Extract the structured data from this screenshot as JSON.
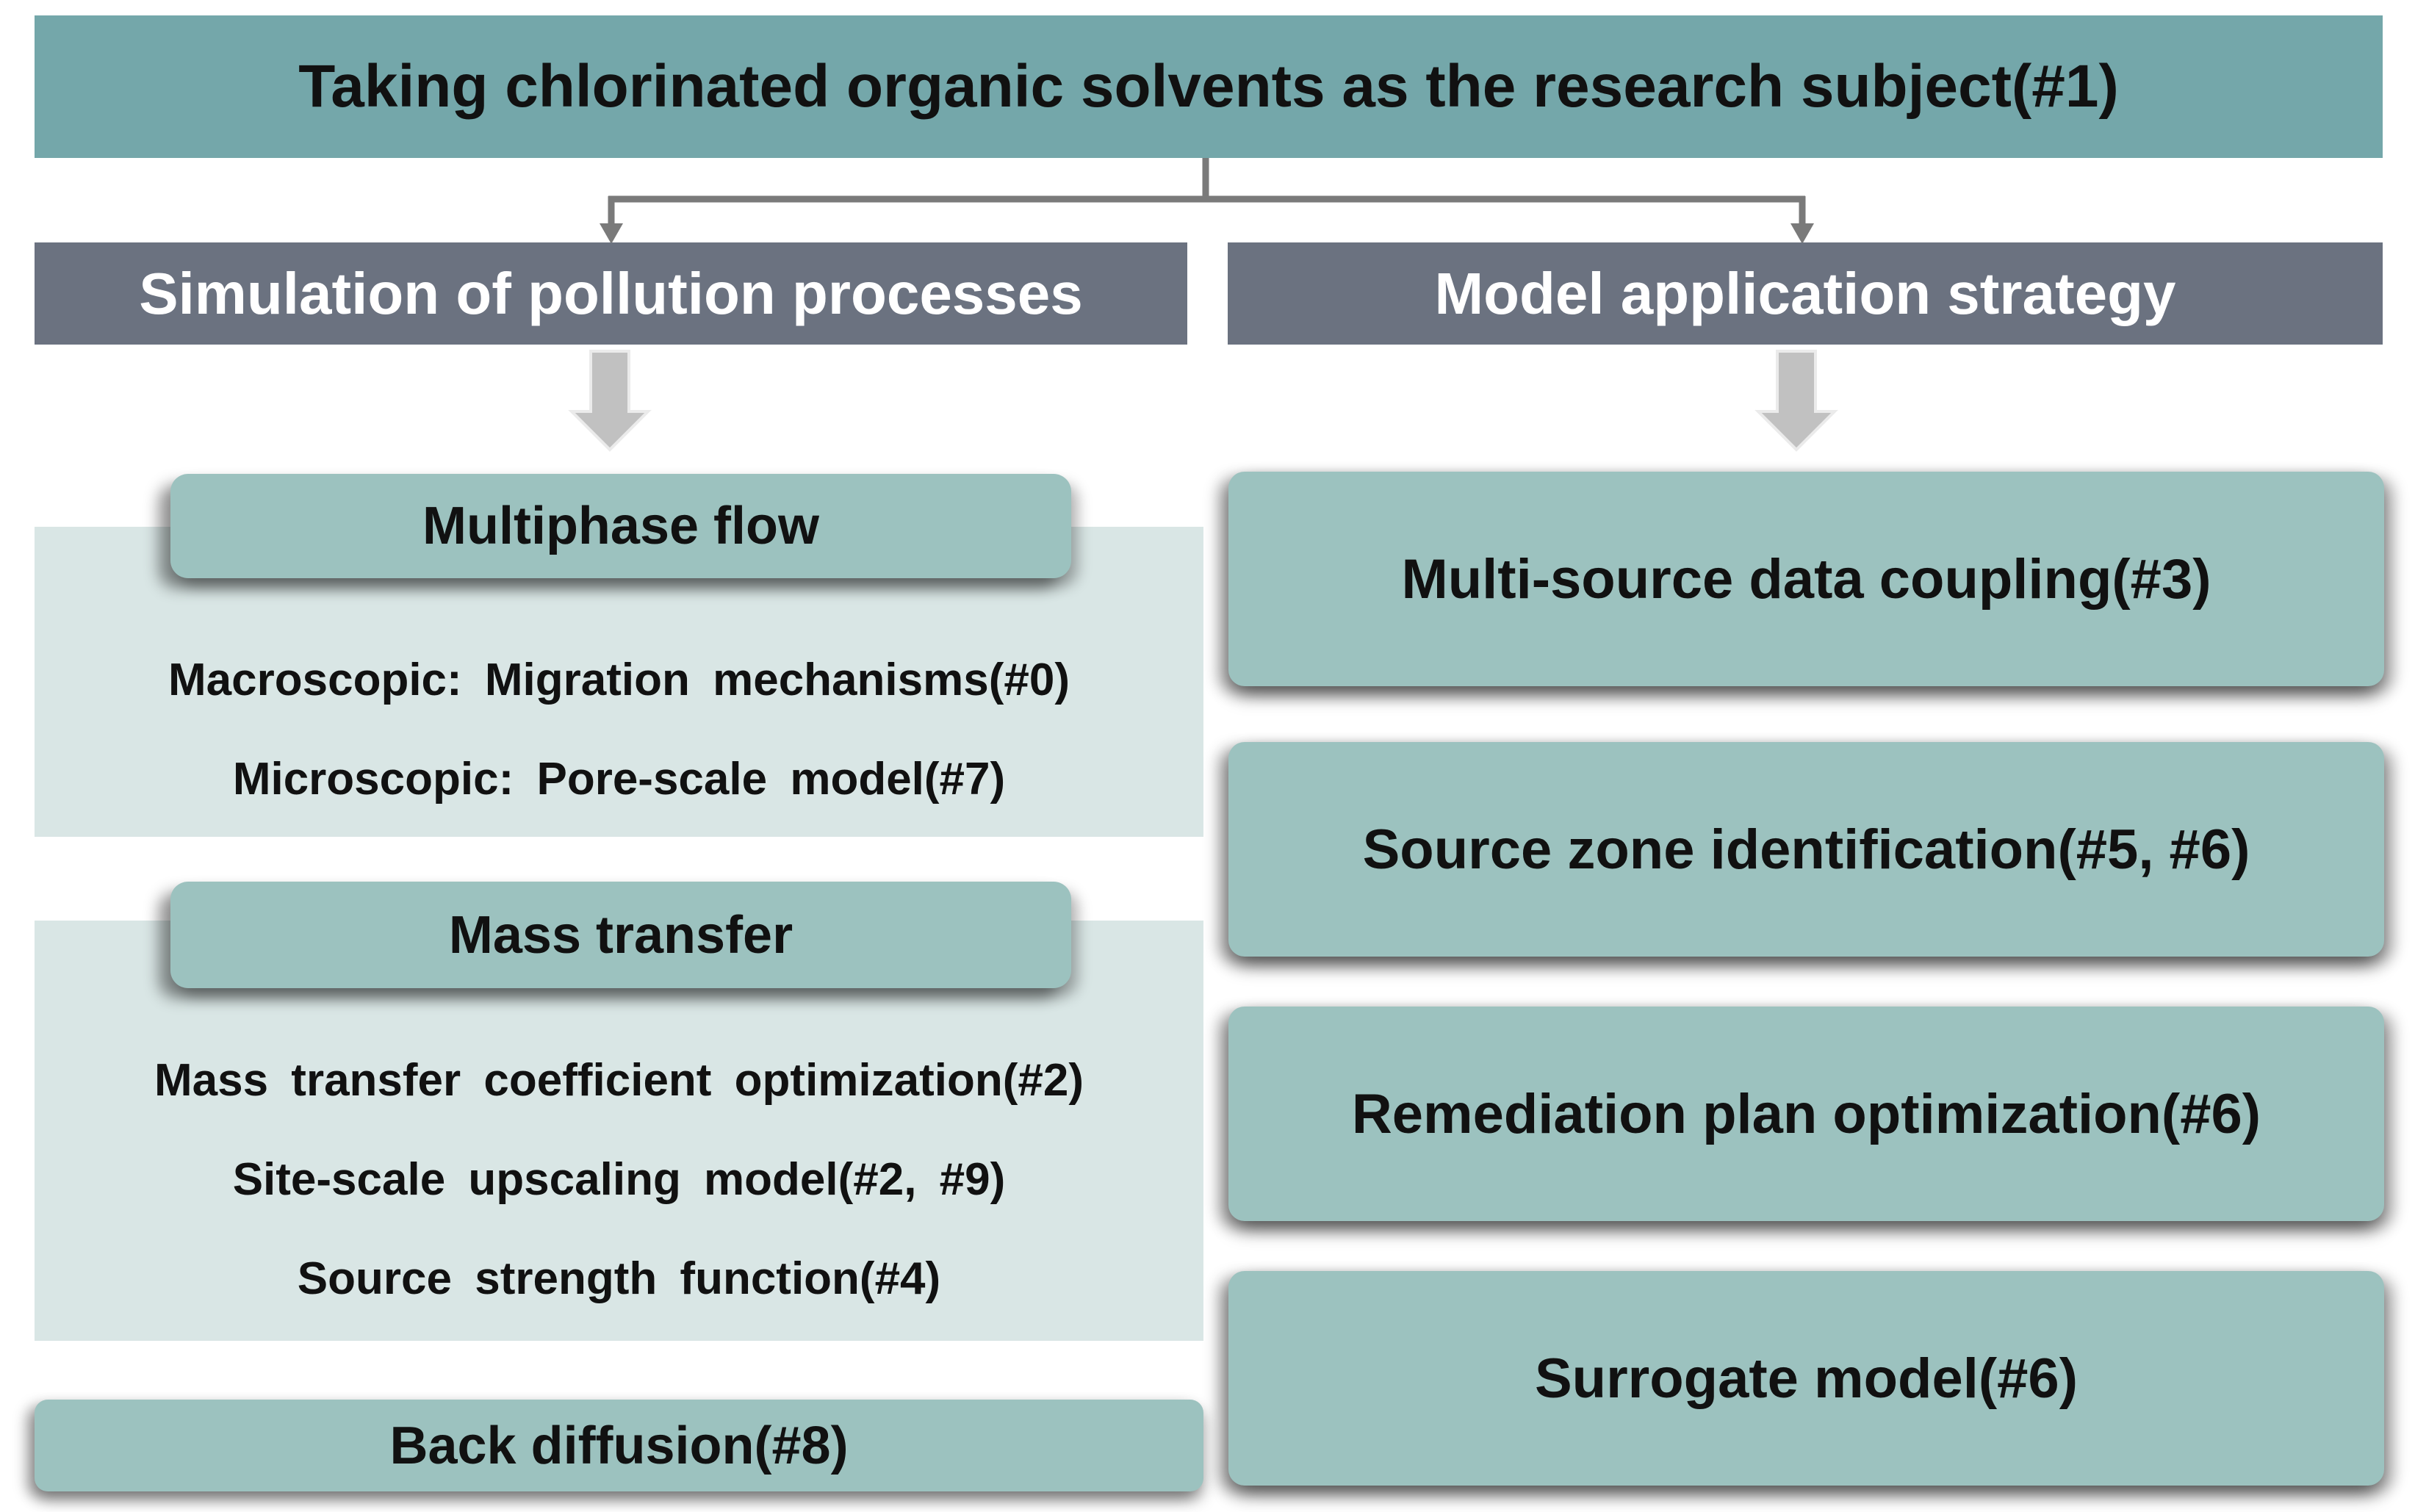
{
  "colors": {
    "banner_bg": "#74a7aa",
    "header_bg": "#6b7280",
    "node_bg": "#9cc2bf",
    "panel_bg": "#d9e6e5",
    "connector": "#7a7a7a",
    "block_arrow_fill": "#c1c1c1",
    "block_arrow_edge": "#ebebeb",
    "text_dark": "#111111",
    "text_light": "#ffffff"
  },
  "banner": {
    "label": "Taking chlorinated organic solvents as the research subject(#1)"
  },
  "left": {
    "header": "Simulation of pollution processes",
    "groups": [
      {
        "title": "Multiphase flow",
        "items": [
          "Macroscopic: Migration mechanisms(#0)",
          "Microscopic: Pore-scale model(#7)"
        ]
      },
      {
        "title": "Mass transfer",
        "items": [
          "Mass transfer coefficient optimization(#2)",
          "Site-scale upscaling model(#2、#9)",
          "Source strength function(#4)"
        ]
      }
    ],
    "footer": "Back diffusion(#8)"
  },
  "right": {
    "header": "Model application strategy",
    "boxes": [
      {
        "label": "Multi-source data coupling(#3)"
      },
      {
        "label": "Source zone identification(#5、#6)"
      },
      {
        "label": "Remediation plan optimization(#6)"
      },
      {
        "label": "Surrogate model(#6)"
      }
    ]
  }
}
